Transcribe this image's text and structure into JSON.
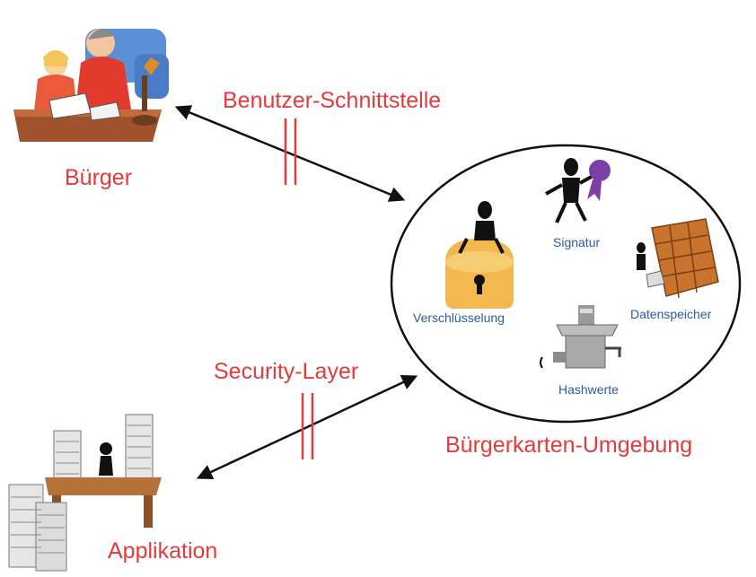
{
  "labels": {
    "buerger": "Bürger",
    "benutzer_schnittstelle": "Benutzer-Schnittstelle",
    "security_layer": "Security-Layer",
    "buergerkarten_umgebung": "Bürgerkarten-Umgebung",
    "applikation": "Applikation"
  },
  "components": {
    "verschluesselung": "Verschlüsselung",
    "signatur": "Signatur",
    "datenspeicher": "Datenspeicher",
    "hashwerte": "Hashwerte"
  },
  "colors": {
    "label_red": "#e03c3c",
    "component_blue": "#2c5aa0",
    "line": "#111111"
  }
}
